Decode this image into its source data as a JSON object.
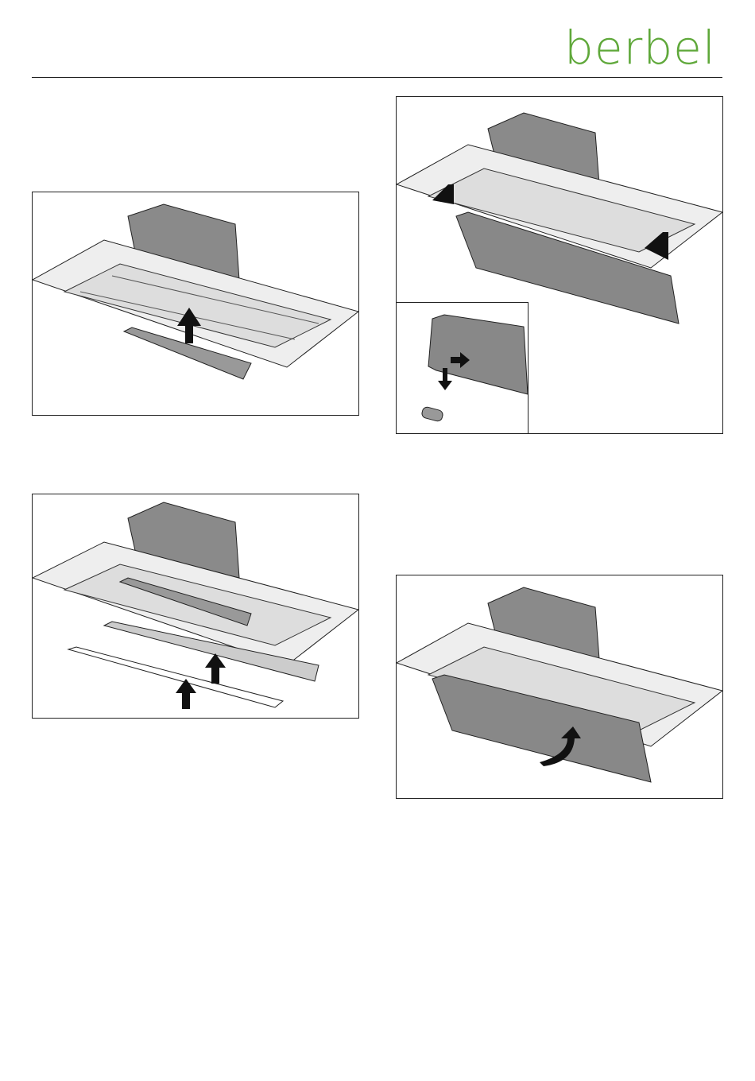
{
  "header": {
    "logo_text": "berbel",
    "brand_color": "#5fa83a"
  },
  "figures": [
    {
      "id": "fig-1",
      "icon": "filter-removal-illustration"
    },
    {
      "id": "fig-2",
      "icon": "panel-assembly-illustration"
    },
    {
      "id": "fig-3",
      "icon": "front-panel-release-illustration",
      "inset": "hinge-pin-detail-illustration"
    },
    {
      "id": "fig-4",
      "icon": "front-panel-close-illustration"
    }
  ]
}
